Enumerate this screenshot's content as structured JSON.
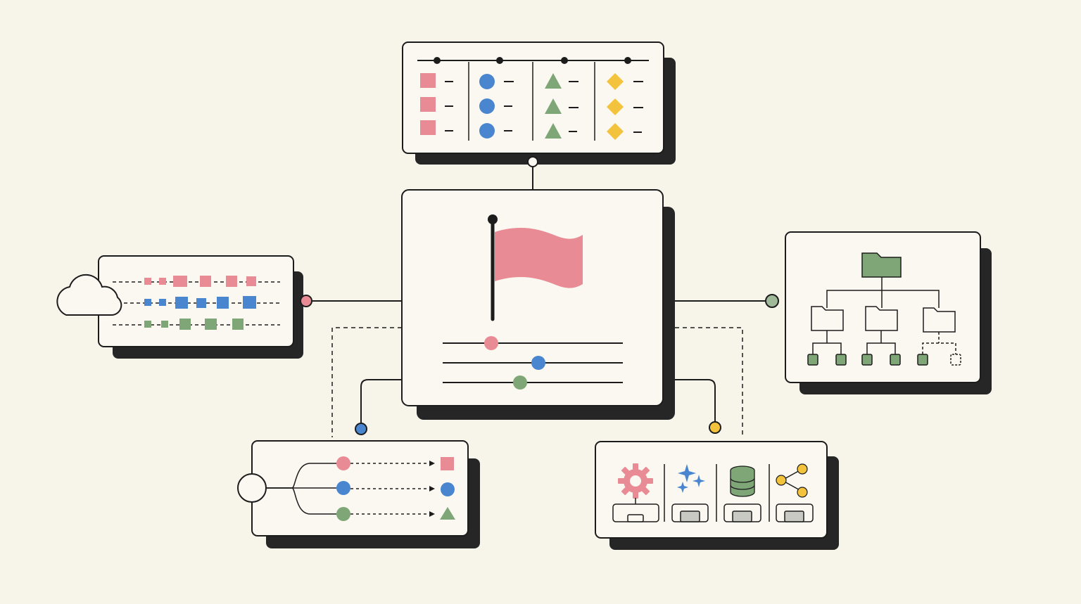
{
  "palette": {
    "background": "#f7f4ea",
    "card": "#faf8f1",
    "ink": "#1c1c1c",
    "shadow": "#262626",
    "pink": "#e98b95",
    "blue": "#4a86cf",
    "green": "#7ea677",
    "yellow": "#f4c33d",
    "gray": "#c9c9c4"
  },
  "nodes": [
    {
      "id": "feature-flag",
      "icon": "flag-icon",
      "kind": "central"
    },
    {
      "id": "variant-table",
      "icon": "shape-columns-icon",
      "kind": "table"
    },
    {
      "id": "cloud-streams",
      "icon": "cloud-icon",
      "kind": "streams"
    },
    {
      "id": "folder-tree",
      "icon": "folder-tree-icon",
      "kind": "tree"
    },
    {
      "id": "branch-router",
      "icon": "branch-icon",
      "kind": "router"
    },
    {
      "id": "service-tools",
      "icon": "tools-icon",
      "kind": "tools"
    }
  ],
  "table_columns": [
    {
      "shape": "square",
      "color": "pink",
      "rows": 3
    },
    {
      "shape": "circle",
      "color": "blue",
      "rows": 3
    },
    {
      "shape": "triangle",
      "color": "green",
      "rows": 3
    },
    {
      "shape": "diamond",
      "color": "yellow",
      "rows": 3
    }
  ],
  "flag_sliders": [
    {
      "color": "pink",
      "level": 0.27
    },
    {
      "color": "blue",
      "level": 0.53
    },
    {
      "color": "green",
      "level": 0.43
    }
  ],
  "router_branches": [
    {
      "color": "pink",
      "target": "square"
    },
    {
      "color": "blue",
      "target": "circle"
    },
    {
      "color": "green",
      "target": "triangle"
    }
  ],
  "tools": [
    {
      "icon": "gear-icon",
      "color": "pink"
    },
    {
      "icon": "sparkle-icon",
      "color": "blue"
    },
    {
      "icon": "database-icon",
      "color": "green"
    },
    {
      "icon": "share-icon",
      "color": "yellow"
    }
  ],
  "connectors": [
    {
      "from": "feature-flag",
      "to": "variant-table",
      "dot": "open"
    },
    {
      "from": "feature-flag",
      "to": "cloud-streams",
      "dot": "pink"
    },
    {
      "from": "feature-flag",
      "to": "folder-tree",
      "dot": "green"
    },
    {
      "from": "feature-flag",
      "to": "branch-router",
      "dot": "blue"
    },
    {
      "from": "feature-flag",
      "to": "service-tools",
      "dot": "yellow"
    }
  ]
}
